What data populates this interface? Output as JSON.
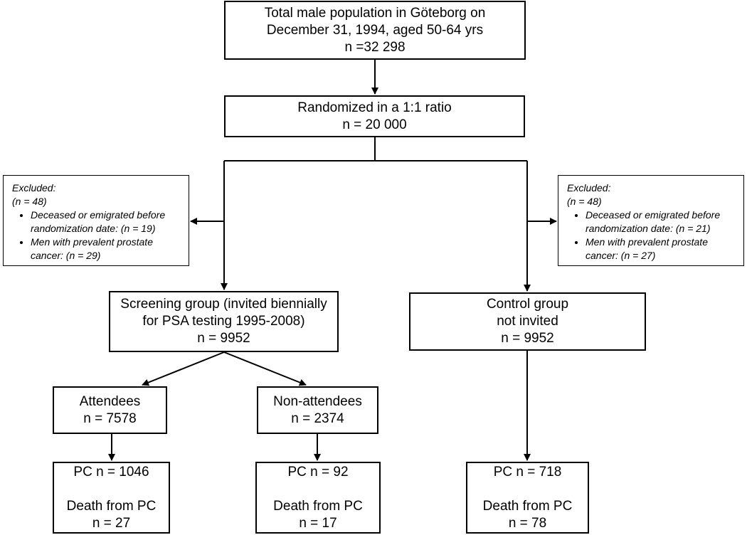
{
  "total_population": {
    "line1": "Total male population in Göteborg on",
    "line2": "December 31, 1994, aged 50-64 yrs",
    "line3": "n =32 298"
  },
  "randomized": {
    "line1": "Randomized in a 1:1 ratio",
    "line2": "n = 20 000"
  },
  "excluded_left": {
    "title": "Excluded:",
    "n": "(n = 48)",
    "item1": "Deceased or emigrated before randomization date: (n = 19)",
    "item2": "Men with prevalent prostate cancer: (n = 29)"
  },
  "excluded_right": {
    "title": "Excluded:",
    "n": "(n = 48)",
    "item1": "Deceased or emigrated before randomization date: (n = 21)",
    "item2": "Men with prevalent prostate cancer: (n = 27)"
  },
  "screening_group": {
    "line1": "Screening group (invited biennially",
    "line2": "for PSA testing 1995-2008)",
    "line3": "n = 9952"
  },
  "control_group": {
    "line1": "Control group",
    "line2": "not invited",
    "line3": "n = 9952"
  },
  "attendees": {
    "line1": "Attendees",
    "line2": "n = 7578"
  },
  "non_attendees": {
    "line1": "Non-attendees",
    "line2": "n = 2374"
  },
  "outcome_attendees": {
    "pc": "PC n = 1046",
    "death": "Death from PC",
    "n": "n = 27"
  },
  "outcome_non_attendees": {
    "pc": "PC n = 92",
    "death": "Death from PC",
    "n": "n = 17"
  },
  "outcome_control": {
    "pc": "PC n = 718",
    "death": "Death from PC",
    "n": "n = 78"
  }
}
